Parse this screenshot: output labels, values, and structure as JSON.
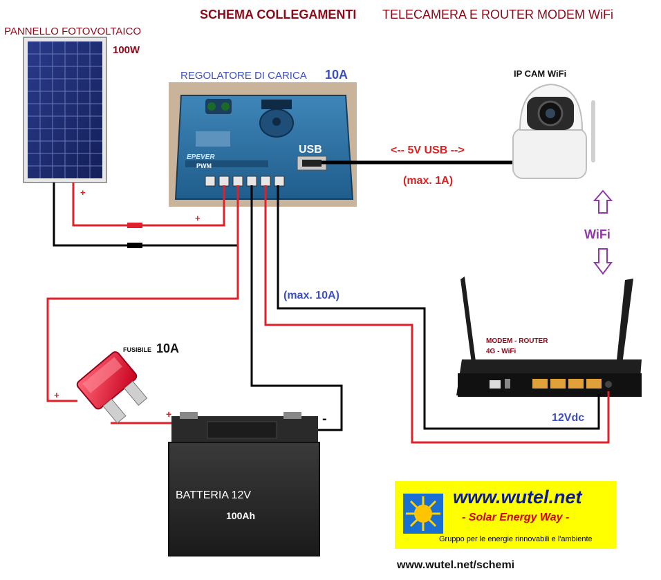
{
  "title_part1": "SCHEMA COLLEGAMENTI",
  "title_part2": "TELECAMERA E ROUTER MODEM WiFi",
  "panel": {
    "label": "PANNELLO FOTOVOLTAICO",
    "power": "100W",
    "plus": "+"
  },
  "regulator": {
    "label": "REGOLATORE DI CARICA",
    "rating": "10A",
    "usb_label": "USB",
    "brand": "EPEVER",
    "pwm": "PWM"
  },
  "usb_link": {
    "label": "<-- 5V USB -->",
    "max": "(max. 1A)"
  },
  "camera": {
    "label": "IP CAM WiFi"
  },
  "wifi": {
    "label": "WiFi"
  },
  "load": {
    "max": "(max. 10A)"
  },
  "router": {
    "line1": "MODEM - ROUTER",
    "line2": "4G - WiFi",
    "voltage": "12Vdc"
  },
  "fuse": {
    "label": "FUSIBILE",
    "rating": "10A",
    "plus": "+"
  },
  "battery": {
    "label": "BATTERIA 12V",
    "capacity": "100Ah",
    "plus": "+",
    "minus": "-"
  },
  "banner": {
    "url": "www.wutel.net",
    "tagline": "- Solar Energy Way -",
    "subtitle": "Gruppo per le energie rinnovabili e l'ambiente"
  },
  "footer_link": "www.wutel.net/schemi",
  "colors": {
    "title": "#8b0a1a",
    "accent_blue": "#3c4fc4",
    "red_text": "#e02020",
    "purple": "#8e3aa5",
    "wire_red": "#e0202a",
    "wire_black": "#000000"
  }
}
